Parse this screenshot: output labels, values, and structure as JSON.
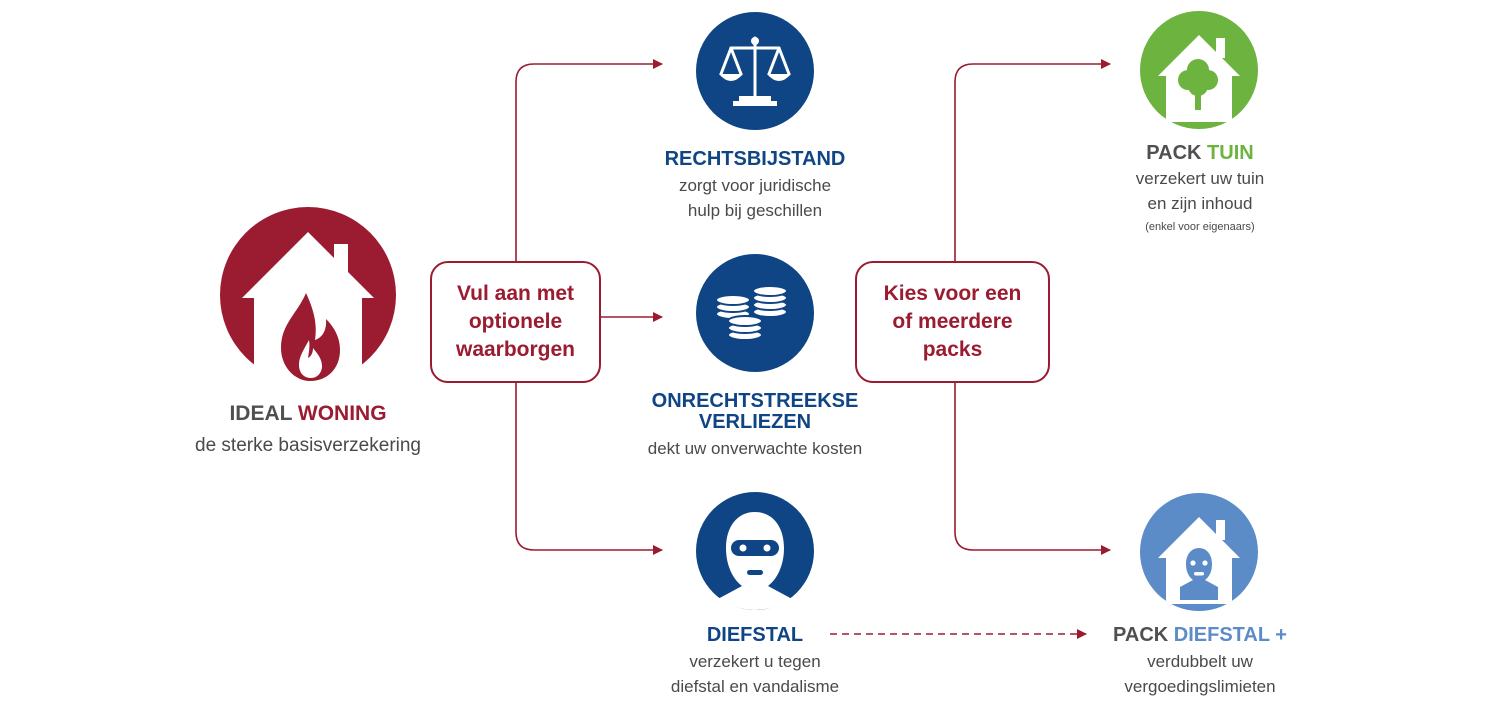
{
  "colors": {
    "maroon": "#9b1b30",
    "navy": "#0f4584",
    "green": "#6db33f",
    "light_blue": "#5b8cc8",
    "gray": "#4f5052"
  },
  "base": {
    "title_part1": "IDEAL",
    "title_part2": "WONING",
    "subtitle": "de sterke basisverzekering",
    "icon": "house-fire-icon"
  },
  "box_optional": {
    "line1": "Vul aan met",
    "line2": "optionele",
    "line3": "waarborgen"
  },
  "box_packs": {
    "line1": "Kies voor een",
    "line2": "of meerdere",
    "line3": "packs"
  },
  "options": [
    {
      "title": "RECHTSBIJSTAND",
      "desc1": "zorgt voor juridische",
      "desc2": "hulp bij geschillen",
      "icon": "scales-icon"
    },
    {
      "title1": "ONRECHTSTREEKSE",
      "title2": "VERLIEZEN",
      "desc1": "dekt uw onverwachte kosten",
      "icon": "coins-icon"
    },
    {
      "title": "DIEFSTAL",
      "desc1": "verzekert u tegen",
      "desc2": "diefstal en vandalisme",
      "icon": "thief-icon"
    }
  ],
  "packs": [
    {
      "title_part1": "PACK",
      "title_part2": "TUIN",
      "desc1": "verzekert uw tuin",
      "desc2": "en zijn inhoud",
      "note": "(enkel voor eigenaars)",
      "icon": "house-tree-icon"
    },
    {
      "title_part1": "PACK",
      "title_part2": "DIEFSTAL +",
      "desc1": "verdubbelt uw",
      "desc2": "vergoedingslimieten",
      "icon": "house-thief-icon"
    }
  ]
}
